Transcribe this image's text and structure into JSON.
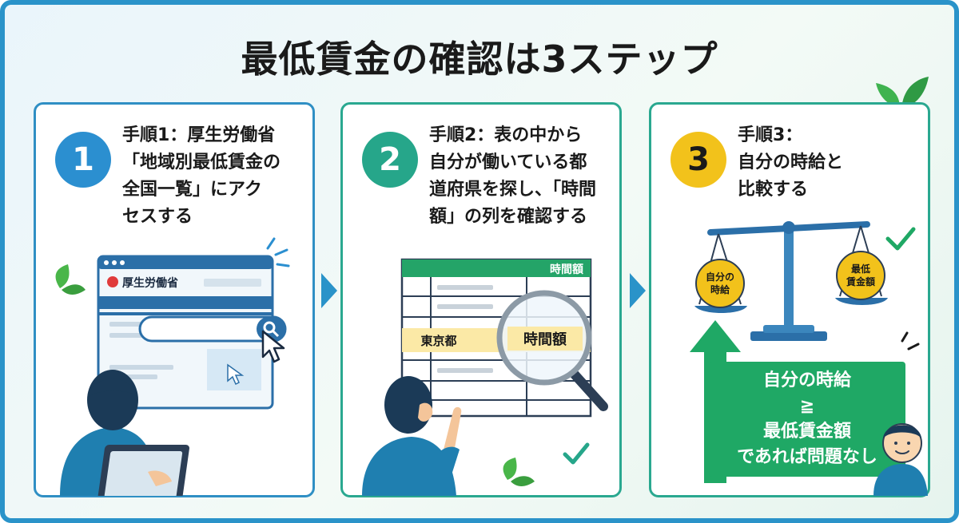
{
  "title": "最低賃金の確認は3ステップ",
  "steps": [
    {
      "number": "1",
      "color": "#2b8fd0",
      "text_lines": [
        "手順1：厚生労働省",
        "「地域別最低賃金の",
        "全国一覧」にアク",
        "セスする"
      ],
      "browser_site_name": "厚生労働省"
    },
    {
      "number": "2",
      "color": "#26a68a",
      "text_lines": [
        "手順2：表の中から",
        "自分が働いている都",
        "道府県を探し、「時間",
        "額」の列を確認する"
      ],
      "table_header": "時間額",
      "row_prefecture": "東京都",
      "row_value": "時間額"
    },
    {
      "number": "3",
      "color": "#f2c21b",
      "text_lines": [
        "手順3：",
        "自分の時給と",
        "比較する"
      ],
      "scale_left": [
        "自分の",
        "時給"
      ],
      "scale_right": [
        "最低",
        "賃金額"
      ],
      "result_lines": [
        "自分の時給",
        "≧",
        "最低賃金額",
        "であれば問題なし"
      ]
    }
  ],
  "colors": {
    "border": "#2a93c9",
    "teal": "#2aa890",
    "green": "#1fa865",
    "gold": "#f2c21b"
  }
}
